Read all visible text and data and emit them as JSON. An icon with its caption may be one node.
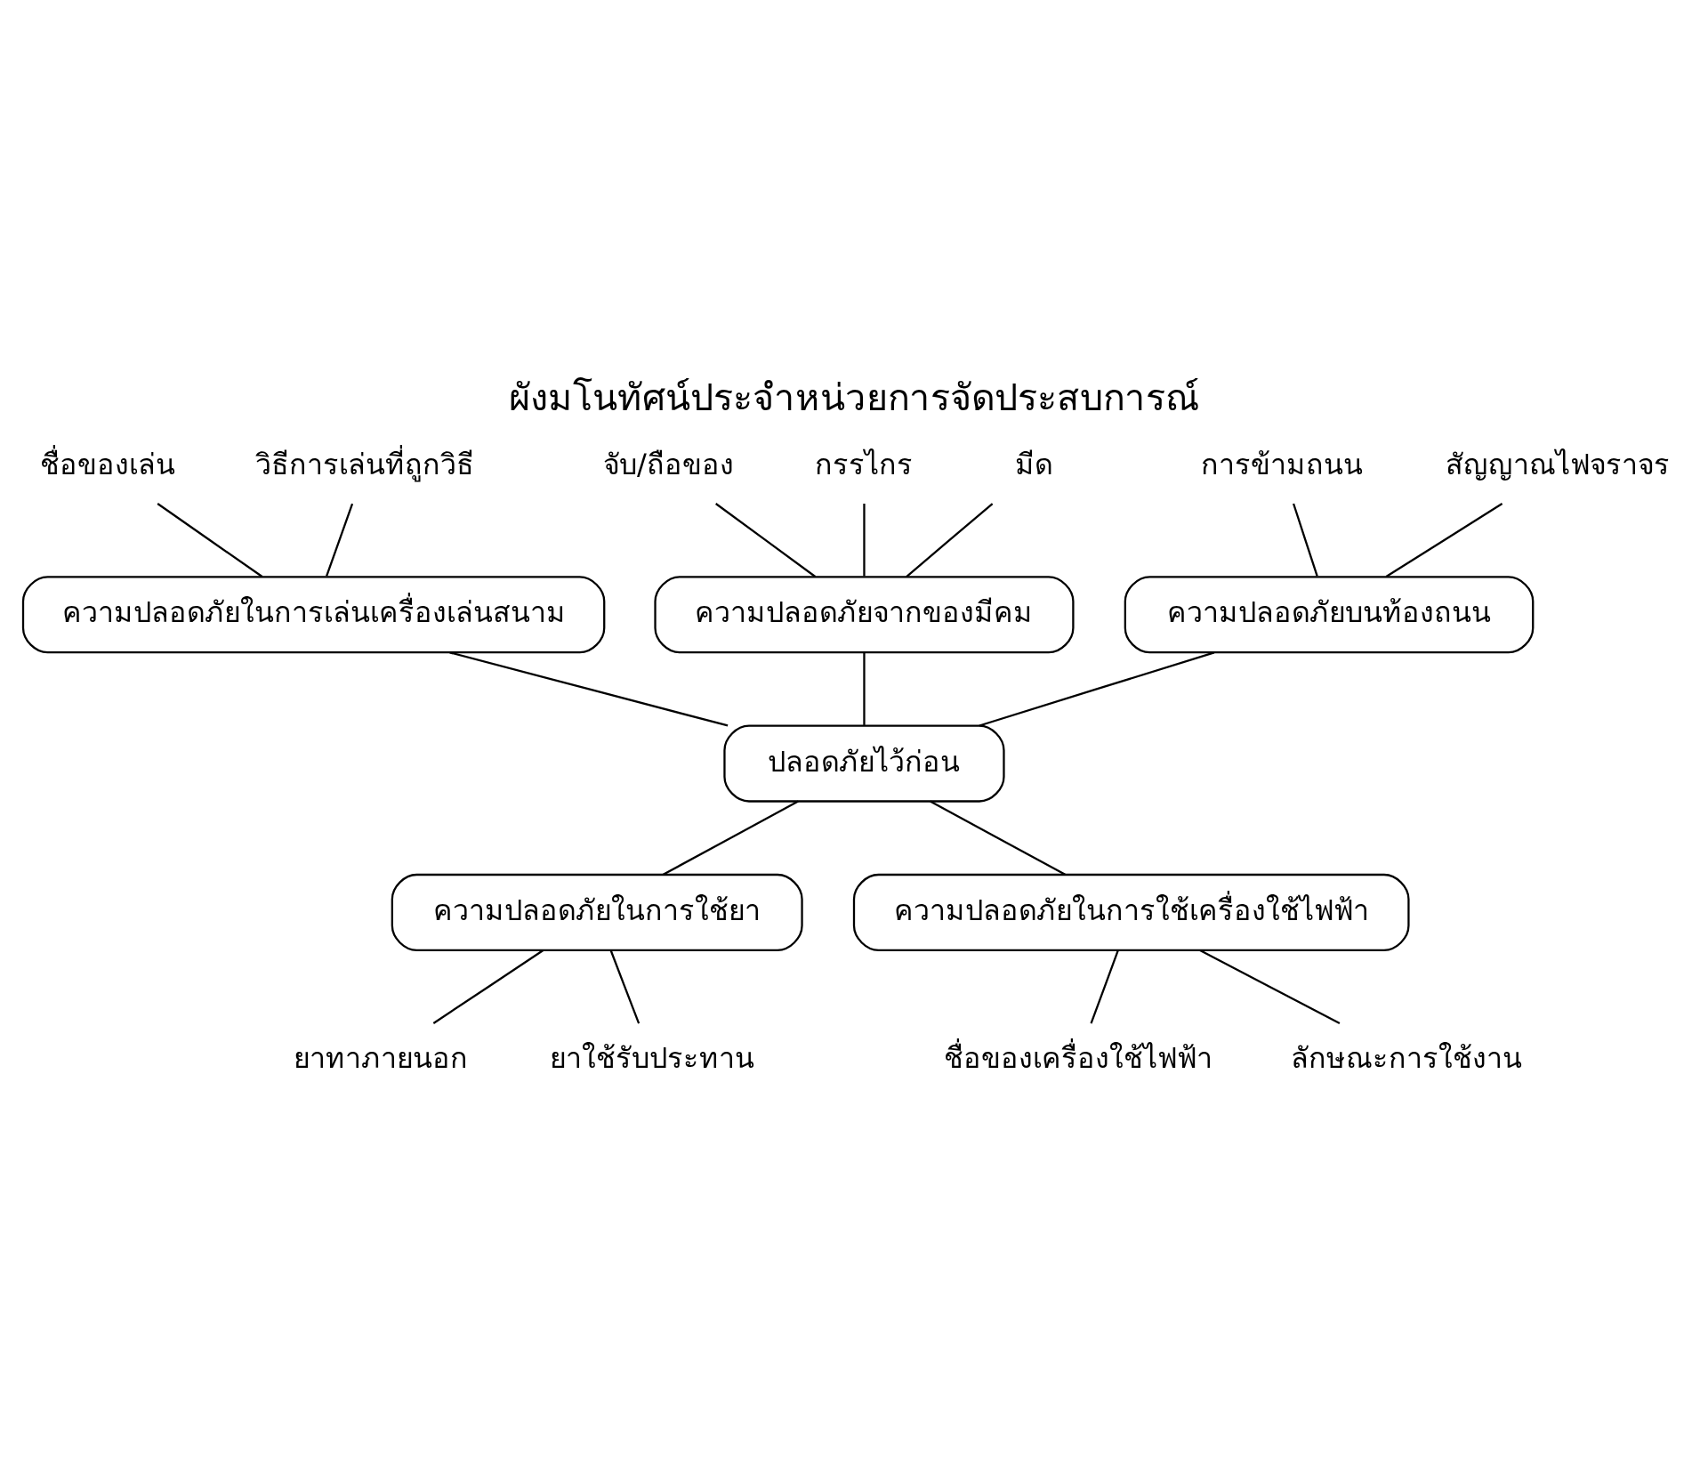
{
  "diagram": {
    "title": "ผังมโนทัศน์ประจำหน่วยการจัดประสบการณ์",
    "nodes": [
      {
        "text": [
          "ชื่อของเล่น"
        ]
      },
      {
        "text": [
          "วิธีการเล่นที่ถูกวิธี"
        ]
      },
      {
        "text": [
          "ความปลอดภัยในการเล่นเครื่องเล่นสนาม"
        ]
      },
      {
        "text": [
          "จับ/ถือของ"
        ]
      },
      {
        "text": [
          "กรรไกร"
        ]
      },
      {
        "text": [
          "มีด"
        ]
      },
      {
        "text": [
          "การข้ามถนน"
        ]
      },
      {
        "text": [
          "สัญญาณไฟจราจร"
        ]
      },
      {
        "text": [
          "ความปลอดภัยจากของมีคม"
        ]
      },
      {
        "text": [
          "ความปลอดภัยบนท้องถนน"
        ]
      },
      {
        "text": [
          "ปลอดภัยไว้ก่อน"
        ]
      },
      {
        "text": [
          "ความปลอดภัยในการใช้ยา"
        ]
      },
      {
        "text": [
          "ความปลอดภัยในการใช้เครื่องใช้ไฟฟ้า"
        ]
      },
      {
        "text": [
          "ยาทาภายนอก"
        ]
      },
      {
        "text": [
          "ยาใช้รับประทาน"
        ]
      },
      {
        "text": [
          "ชื่อของเครื่องใช้ไฟฟ้า"
        ]
      },
      {
        "text": [
          "ลักษณะการใช้งาน"
        ]
      }
    ],
    "edges": [
      {
        "from": 0,
        "to": 2,
        "arrow": "none"
      },
      {
        "from": 1,
        "to": 2,
        "arrow": "none"
      },
      {
        "from": 2,
        "to": 10,
        "arrow": "none"
      },
      {
        "from": 3,
        "to": 8,
        "arrow": "none"
      },
      {
        "from": 4,
        "to": 8,
        "arrow": "none"
      },
      {
        "from": 5,
        "to": 8,
        "arrow": "none"
      },
      {
        "from": 6,
        "to": 9,
        "arrow": "none"
      },
      {
        "from": 7,
        "to": 9,
        "arrow": "none"
      },
      {
        "from": 8,
        "to": 10,
        "arrow": "none"
      },
      {
        "from": 9,
        "to": 10,
        "arrow": "none"
      },
      {
        "from": 10,
        "to": 11,
        "arrow": "none"
      },
      {
        "from": 10,
        "to": 12,
        "arrow": "none"
      },
      {
        "from": 11,
        "to": 13,
        "arrow": "none"
      },
      {
        "from": 11,
        "to": 14,
        "arrow": "none"
      },
      {
        "from": 12,
        "to": 15,
        "arrow": "none"
      },
      {
        "from": 12,
        "to": 16,
        "arrow": "none"
      }
    ]
  }
}
